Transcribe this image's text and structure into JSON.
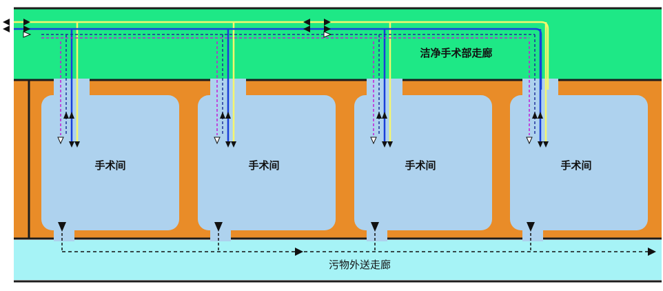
{
  "labels": {
    "clean_corridor": "洁净手术部走廊",
    "operating_room": "手术间",
    "dirty_corridor": "污物外送走廊"
  },
  "rooms": [
    {
      "label": "手术间"
    },
    {
      "label": "手术间"
    },
    {
      "label": "手术间"
    },
    {
      "label": "手术间"
    }
  ],
  "colors": {
    "clean_corridor_fill": "#1ee886",
    "wall_fill": "#e98c28",
    "room_fill": "#aed2ee",
    "dirty_corridor_fill": "#a6f3f6",
    "frame": "#1c1c1c",
    "flow_blue": "#1a3fd8",
    "flow_yellow": "#f6f66c",
    "flow_purple_dashed": "#c21ad6",
    "flow_navy_dashed": "#1e2f9a",
    "dirty_flow": "#111111"
  }
}
